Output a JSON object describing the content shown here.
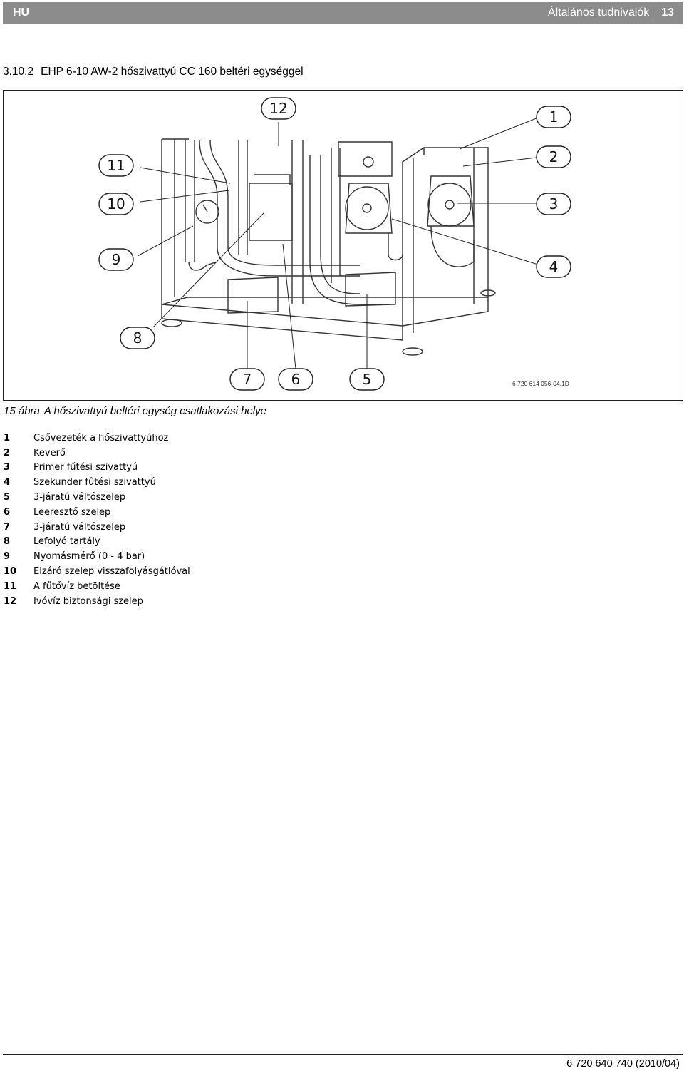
{
  "header": {
    "lang": "HU",
    "section": "Általános tudnivalók",
    "page": "13"
  },
  "section": {
    "number": "3.10.2",
    "title": "EHP 6-10 AW-2 hőszivattyú CC 160 beltéri egységgel"
  },
  "figure": {
    "code": "6 720 614 056-04.1D",
    "callouts": [
      "12",
      "1",
      "11",
      "2",
      "10",
      "3",
      "9",
      "4",
      "8",
      "7",
      "6",
      "5"
    ],
    "caption_num": "15 ábra",
    "caption": "A hőszivattyú beltéri egység csatlakozási helye"
  },
  "legend": [
    {
      "num": "1",
      "text": "Csővezeték a hőszivattyúhoz"
    },
    {
      "num": "2",
      "text": "Keverő"
    },
    {
      "num": "3",
      "text": "Primer fűtési szivattyú"
    },
    {
      "num": "4",
      "text": "Szekunder fűtési szivattyú"
    },
    {
      "num": "5",
      "text": "3-járatú váltószelep"
    },
    {
      "num": "6",
      "text": "Leeresztő szelep"
    },
    {
      "num": "7",
      "text": "3-járatú váltószelep"
    },
    {
      "num": "8",
      "text": "Lefolyó tartály"
    },
    {
      "num": "9",
      "text": "Nyomásmérő (0 - 4 bar)"
    },
    {
      "num": "10",
      "text": "Elzáró szelep visszafolyásgátlóval"
    },
    {
      "num": "11",
      "text": "A fűtővíz betöltése"
    },
    {
      "num": "12",
      "text": "Ivóvíz biztonsági szelep"
    }
  ],
  "footer": {
    "doc_code": "6 720 640 740 (2010/04)"
  }
}
